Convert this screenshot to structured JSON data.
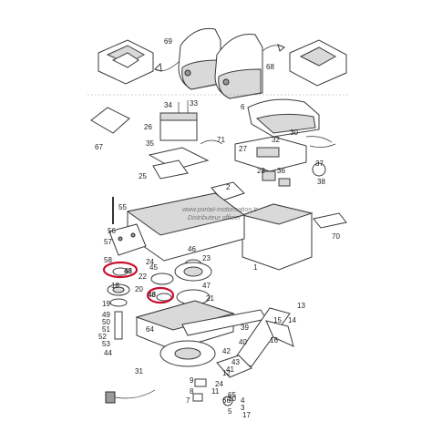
{
  "diagram": {
    "labels": [
      "69",
      "68",
      "6",
      "33",
      "34",
      "26",
      "67",
      "35",
      "71",
      "25",
      "30",
      "27",
      "32",
      "28",
      "36",
      "37",
      "38",
      "1",
      "2",
      "70",
      "55",
      "56",
      "57",
      "58",
      "46",
      "23",
      "24",
      "45",
      "48",
      "48",
      "47",
      "21",
      "22",
      "20",
      "19",
      "49",
      "50",
      "51",
      "52",
      "53",
      "44",
      "18",
      "41",
      "39",
      "64",
      "40",
      "42",
      "43",
      "12",
      "24",
      "11",
      "10",
      "31",
      "9",
      "8",
      "7",
      "65",
      "66",
      "5",
      "4",
      "3",
      "17",
      "16",
      "15",
      "14",
      "13"
    ],
    "highlighted": [
      "48",
      "48"
    ],
    "watermark_lines": [
      "www.portail-motorisation.fr",
      "Distributeur officiel"
    ],
    "highlight_color": "#c8102e"
  }
}
